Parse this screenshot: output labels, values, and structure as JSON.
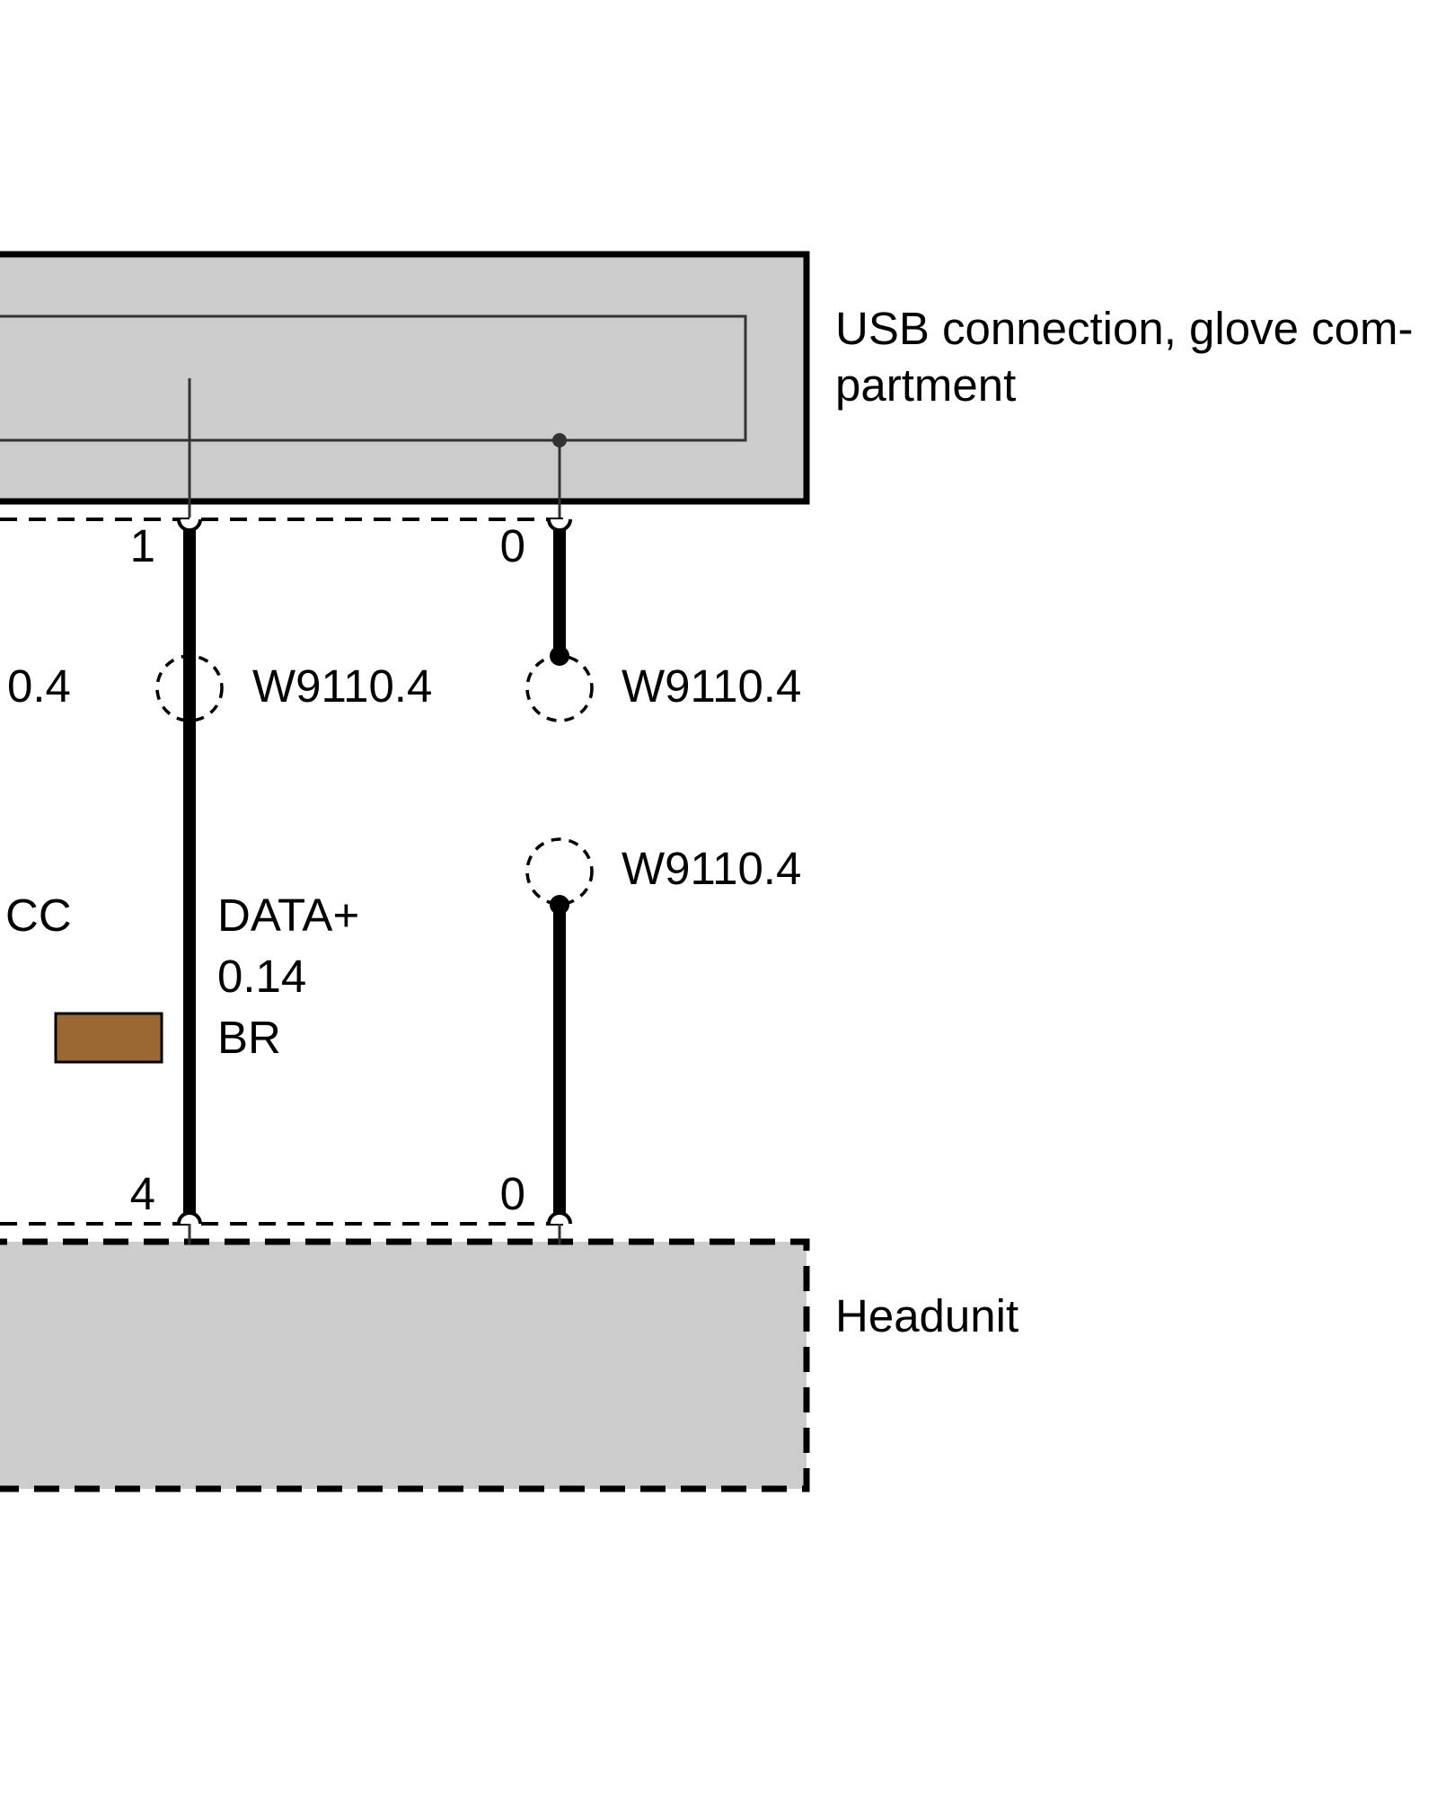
{
  "components": {
    "usb": {
      "label_line1": "USB connection, glove com-",
      "label_line2": "partment"
    },
    "headunit": {
      "label": "Headunit"
    }
  },
  "pins": {
    "usb_left": "1",
    "usb_right": "0",
    "headunit_left": "4",
    "headunit_right": "0"
  },
  "splices": {
    "left_partial": "0.4",
    "left": "W9110.4",
    "right_upper": "W9110.4",
    "right_lower": "W9110.4"
  },
  "wires": {
    "left_partial_signal": "CC",
    "data_plus": {
      "signal": "DATA+",
      "cross_section": "0.14",
      "color_code": "BR",
      "swatch_color": "#9b6834"
    }
  },
  "colors": {
    "component_fill": "#cccccc",
    "line": "#000000",
    "inner_line": "#333333"
  }
}
